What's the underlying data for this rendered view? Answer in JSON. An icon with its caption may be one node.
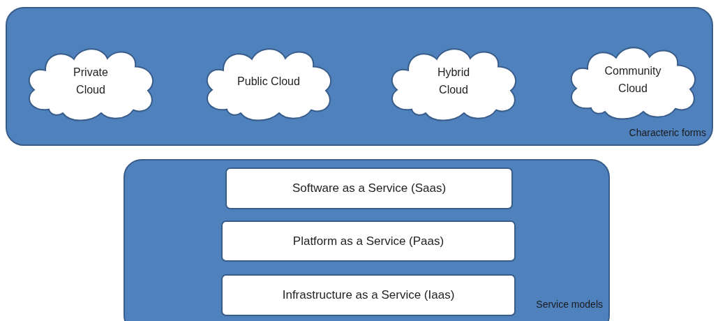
{
  "diagram": {
    "nodes": [
      {
        "text": [
          "Characteric forms"
        ]
      },
      {
        "text": [
          "Private Cloud"
        ],
        "in": 0
      },
      {
        "text": [
          "Public Cloud"
        ],
        "in": 0
      },
      {
        "text": [
          "Hybrid Cloud"
        ],
        "in": 0
      },
      {
        "text": [
          "Community Cloud"
        ],
        "in": 0
      },
      {
        "text": [
          "Service models"
        ]
      },
      {
        "text": [
          "Software as a Service (Saas)"
        ],
        "in": 5
      },
      {
        "text": [
          "Platform as a Service (Paas)"
        ],
        "in": 5
      },
      {
        "text": [
          "Infrastructure as a Service (Iaas)"
        ],
        "in": 5
      }
    ]
  }
}
